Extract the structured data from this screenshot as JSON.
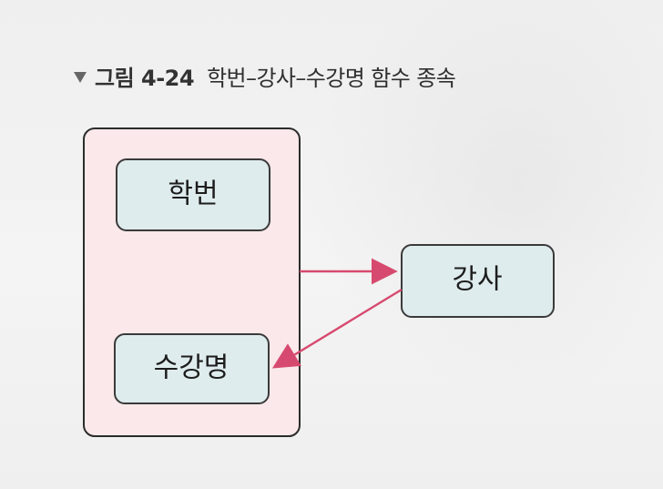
{
  "caption": {
    "marker": "▼",
    "label": "그림 4-24",
    "text": "학번–강사–수강명 함수 종속"
  },
  "diagram": {
    "nodes": {
      "student_id": "학번",
      "instructor": "강사",
      "course_name": "수강명"
    },
    "colors": {
      "group_fill": "#fae8ea",
      "group_stroke": "#2b2b2b",
      "node_fill": "#dfeced",
      "node_stroke": "#3a3a3a",
      "arrow": "#d74a6f"
    },
    "icons": {
      "caption_marker": "triangle-down-icon",
      "dependency_arrow": "arrowhead-icon"
    }
  }
}
